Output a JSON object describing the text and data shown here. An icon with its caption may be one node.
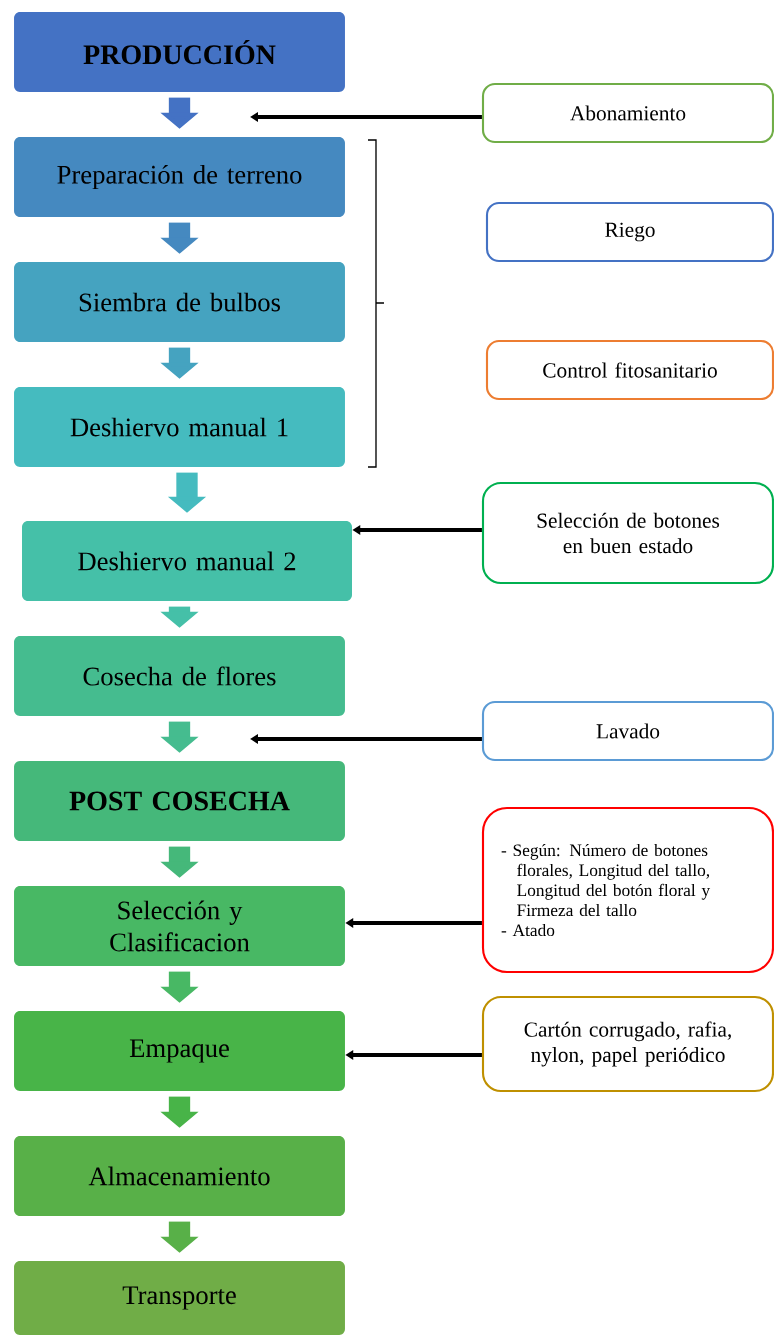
{
  "diagram": {
    "nodes": [
      {
        "text": [
          "PRODUCCIÓN"
        ]
      },
      {
        "text": [
          "Preparación de terreno"
        ]
      },
      {
        "text": [
          "Siembra de bulbos"
        ]
      },
      {
        "text": [
          "Deshiervo manual 1"
        ]
      },
      {
        "text": [
          "Deshiervo manual 2"
        ]
      },
      {
        "text": [
          "Cosecha de flores"
        ]
      },
      {
        "text": [
          "POST COSECHA"
        ]
      },
      {
        "text": [
          "Selección y Clasificacion"
        ]
      },
      {
        "text": [
          "Empaque"
        ]
      },
      {
        "text": [
          "Almacenamiento"
        ]
      },
      {
        "text": [
          "Transporte"
        ]
      },
      {
        "text": [
          "Abonamiento"
        ]
      },
      {
        "text": [
          "Riego"
        ]
      },
      {
        "text": [
          "Control fitosanitario"
        ]
      },
      {
        "text": [
          "Selección de botones en buen estado"
        ]
      },
      {
        "text": [
          "Lavado"
        ]
      },
      {
        "text": [
          "- Según: Número de botones florales, Longitud del tallo, Longitud del botón floral y Firmeza del tallo",
          "- Atado"
        ]
      },
      {
        "text": [
          "Cartón corrugado, rafia, nylon, papel periódico"
        ]
      }
    ],
    "edges": [
      {
        "from": 0,
        "to": 1,
        "arrow": "to",
        "color": "#4472c4"
      },
      {
        "from": 1,
        "to": 2,
        "arrow": "to",
        "color": "#4589c0"
      },
      {
        "from": 2,
        "to": 3,
        "arrow": "to",
        "color": "#45a3c0"
      },
      {
        "from": 3,
        "to": 4,
        "arrow": "to",
        "color": "#45bbbf"
      },
      {
        "from": 4,
        "to": 5,
        "arrow": "to",
        "color": "#45c0a8"
      },
      {
        "from": 5,
        "to": 6,
        "arrow": "to",
        "color": "#45bc8f"
      },
      {
        "from": 6,
        "to": 7,
        "arrow": "to",
        "color": "#45b87a"
      },
      {
        "from": 7,
        "to": 8,
        "arrow": "to",
        "color": "#48b864"
      },
      {
        "from": 8,
        "to": 9,
        "arrow": "to",
        "color": "#48b448"
      },
      {
        "from": 9,
        "to": 10,
        "arrow": "to",
        "color": "#58b048"
      },
      {
        "from": 11,
        "to": null,
        "arrow": "to",
        "color": "#000000"
      },
      {
        "from": 14,
        "to": 4,
        "arrow": "to",
        "color": "#000000"
      },
      {
        "from": 15,
        "to": null,
        "arrow": "to",
        "color": "#000000"
      },
      {
        "from": 16,
        "to": 7,
        "arrow": "to",
        "color": "#000000"
      },
      {
        "from": 17,
        "to": 8,
        "arrow": "to",
        "color": "#000000"
      }
    ]
  }
}
